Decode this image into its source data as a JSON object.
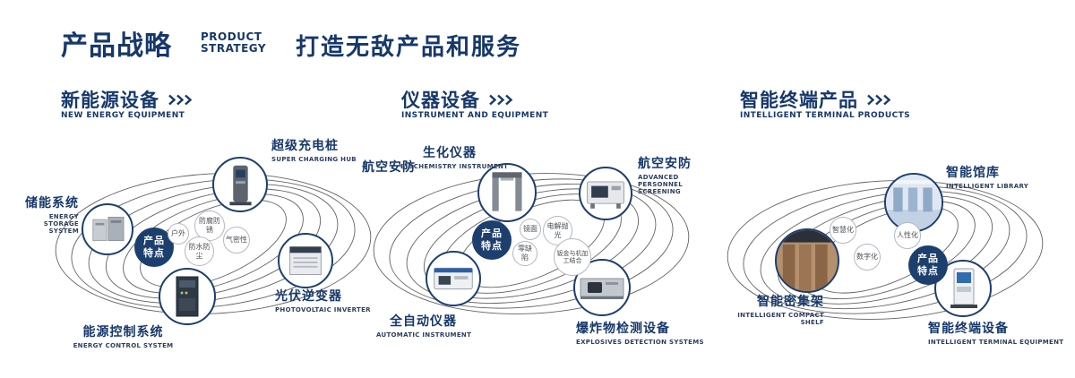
{
  "header": {
    "title": "产品战略",
    "subtitle_lines": [
      "PRODUCT",
      "STRATEGY"
    ],
    "slogan": "打造无敌产品和服务"
  },
  "sections": [
    {
      "title": "新能源设备",
      "subtitle": "NEW ENERGY EQUIPMENT",
      "badge": [
        "产品",
        "特点"
      ],
      "features": [
        "户外",
        "防腐防锈",
        "气密性",
        "防水防尘"
      ],
      "products": [
        {
          "name": "储能系统",
          "en": "ENERGY STORAGE SYSTEM"
        },
        {
          "name": "超级充电桩",
          "en": "SUPER CHARGING HUB"
        },
        {
          "name": "光伏逆变器",
          "en": "PHOTOVOLTAIC INVERTER"
        },
        {
          "name": "能源控制系统",
          "en": "ENERGY CONTROL SYSTEM"
        }
      ]
    },
    {
      "title": "仪器设备",
      "subtitle": "INSTRUMENT AND EQUIPMENT",
      "badge": [
        "产品",
        "特点"
      ],
      "side_label": "航空安防",
      "features": [
        "镜面",
        "电解抛光",
        "零缺陷",
        "钣金与机加工结合"
      ],
      "products": [
        {
          "name": "生化仪器",
          "en": "BIOCHEMISTRY INSTRUMENT"
        },
        {
          "name": "航空安防",
          "en": "ADVANCED PERSONNEL SCREENING"
        },
        {
          "name": "全自动仪器",
          "en": "AUTOMATIC INSTRUMENT"
        },
        {
          "name": "爆炸物检测设备",
          "en": "EXPLOSIVES DETECTION SYSTEMS"
        }
      ]
    },
    {
      "title": "智能终端产品",
      "subtitle": "INTELLIGENT TERMINAL PRODUCTS",
      "badge": [
        "产品",
        "特点"
      ],
      "features": [
        "智慧化",
        "数字化",
        "人性化"
      ],
      "products": [
        {
          "name": "智能馆库",
          "en": "INTELLIGENT LIBRARY"
        },
        {
          "name": "智能密集架",
          "en": "INTELLIGENT COMPACT SHELF"
        },
        {
          "name": "智能终端设备",
          "en": "INTELLIGENT TERMINAL EQUIPMENT"
        }
      ]
    }
  ]
}
